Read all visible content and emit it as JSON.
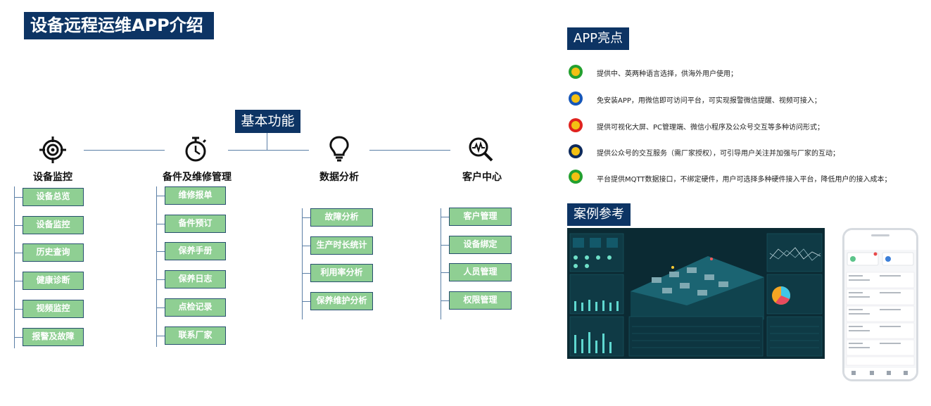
{
  "page": {
    "title": "设备远程运维APP介绍",
    "basic_label": "基本功能",
    "highlights_label": "APP亮点",
    "case_label": "案例参考"
  },
  "categories": [
    {
      "title": "设备监控",
      "icon": "target-crosshair-icon",
      "items": [
        "设备总览",
        "设备监控",
        "历史查询",
        "健康诊断",
        "视频监控",
        "报警及故障"
      ]
    },
    {
      "title": "备件及维修管理",
      "icon": "stopwatch-icon",
      "items": [
        "维修报单",
        "备件预订",
        "保养手册",
        "保养日志",
        "点检记录",
        "联系厂家"
      ]
    },
    {
      "title": "数据分析",
      "icon": "lightbulb-icon",
      "items": [
        "故障分析",
        "生产时长统计",
        "利用率分析",
        "保养维护分析"
      ]
    },
    {
      "title": "客户中心",
      "icon": "magnifier-pulse-icon",
      "items": [
        "客户管理",
        "设备绑定",
        "人员管理",
        "权限管理"
      ]
    }
  ],
  "highlights": [
    {
      "text": "提供中、英两种语言选择，供海外用户使用；",
      "ring": "#23a02f"
    },
    {
      "text": "免安装APP，用微信即可访问平台，可实现报警微信提醒、视频可接入；",
      "ring": "#1656b8"
    },
    {
      "text": "提供可视化大屏、PC管理端、微信小程序及公众号交互等多种访问形式；",
      "ring": "#e0231e"
    },
    {
      "text": "提供公众号的交互服务（需厂家授权），可引导用户关注并加强与厂家的互动；",
      "ring": "#0d2a5c"
    },
    {
      "text": "平台提供MQTT数据接口，不绑定硬件，用户可选择多种硬件接入平台，降低用户的接入成本；",
      "ring": "#23a02f"
    }
  ]
}
